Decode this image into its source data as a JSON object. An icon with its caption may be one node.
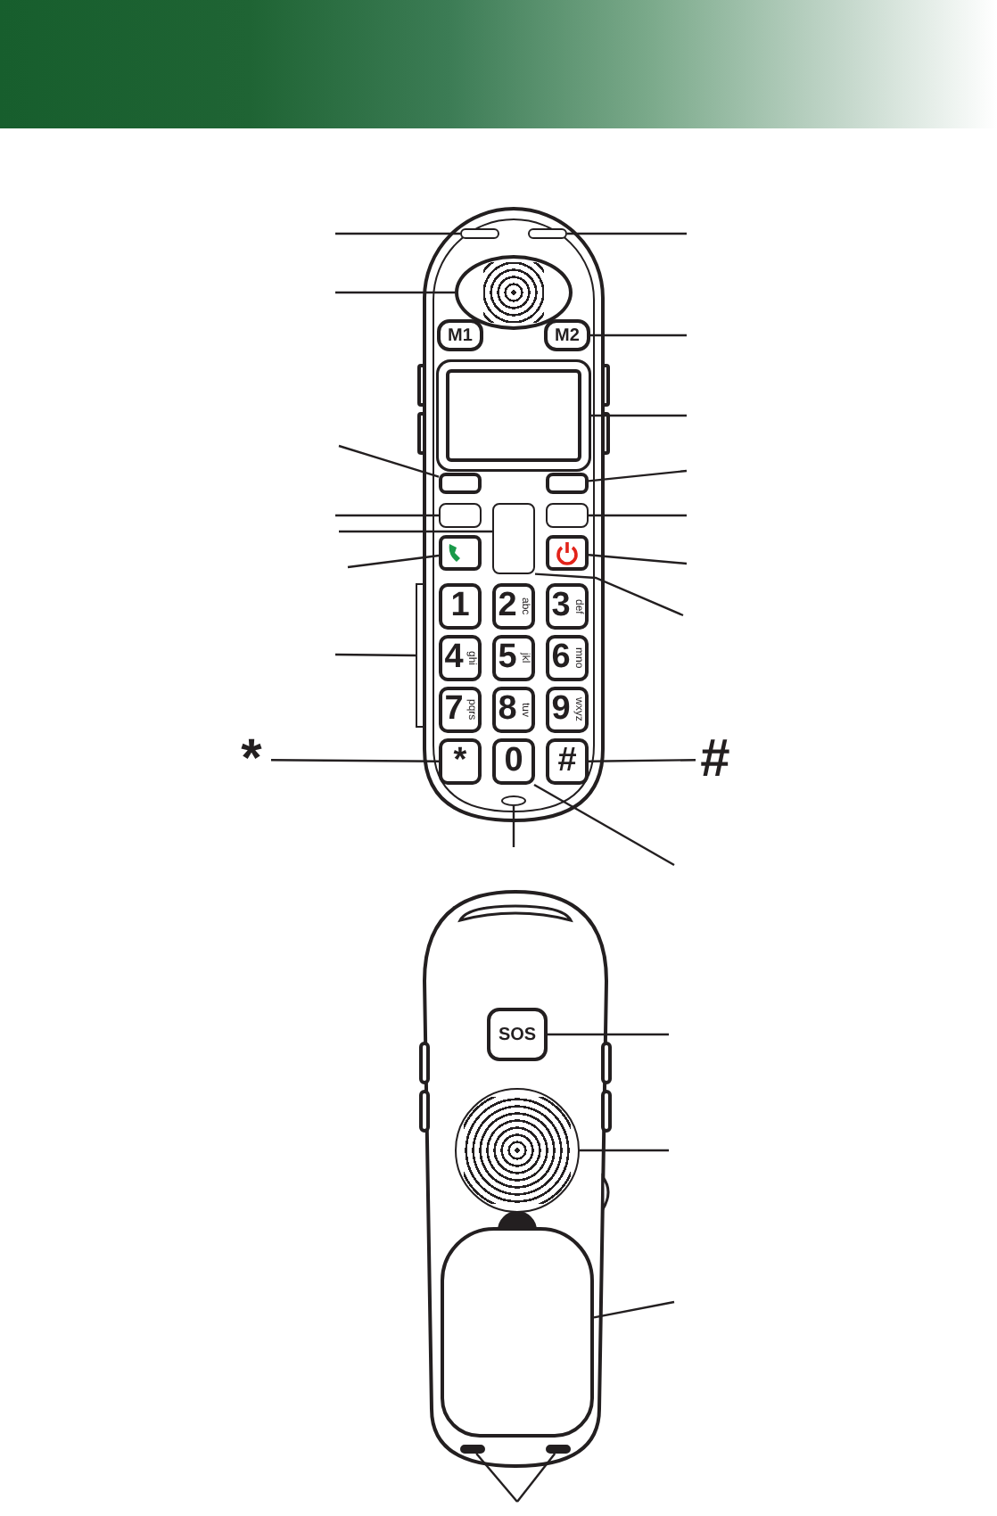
{
  "diagram": {
    "nodes": [
      {
        "text": [],
        "shape": "bar"
      },
      {
        "text": [],
        "shape": "bar"
      },
      {
        "text": [],
        "shape": "circle"
      },
      {
        "text": [
          "M1"
        ]
      },
      {
        "text": [
          "M2"
        ]
      },
      {
        "text": [],
        "shape": "box"
      },
      {
        "text": [],
        "shape": "box"
      },
      {
        "text": [],
        "shape": "box"
      },
      {
        "text": [],
        "shape": "box"
      },
      {
        "text": [],
        "shape": "box"
      },
      {
        "text": [],
        "shape": "box"
      },
      {
        "text": [],
        "shape": "box"
      },
      {
        "text": [],
        "shape": "box"
      },
      {
        "text": [
          "1"
        ]
      },
      {
        "text": [
          "2",
          "abc"
        ]
      },
      {
        "text": [
          "3",
          "def"
        ]
      },
      {
        "text": [
          "4",
          "ghi"
        ]
      },
      {
        "text": [
          "5",
          "jkl"
        ]
      },
      {
        "text": [
          "6",
          "mno"
        ]
      },
      {
        "text": [
          "7",
          "pqrs"
        ]
      },
      {
        "text": [
          "8",
          "tuv"
        ]
      },
      {
        "text": [
          "9",
          "wxyz"
        ]
      },
      {
        "text": [],
        "shape": "bracket"
      },
      {
        "text": [
          "*"
        ]
      },
      {
        "text": [
          "*"
        ]
      },
      {
        "text": [
          "0"
        ]
      },
      {
        "text": [
          "#"
        ]
      },
      {
        "text": [
          "#"
        ]
      },
      {
        "text": [],
        "shape": "circle"
      },
      {
        "text": [
          "SOS"
        ]
      },
      {
        "text": [],
        "shape": "circle"
      },
      {
        "text": [],
        "shape": "box"
      },
      {
        "text": [],
        "shape": "bar"
      },
      {
        "text": [],
        "shape": "bar"
      }
    ],
    "edges": [
      {
        "from": null,
        "to": 0,
        "arrow": "none"
      },
      {
        "from": null,
        "to": 1,
        "arrow": "none"
      },
      {
        "from": null,
        "to": 2,
        "arrow": "none"
      },
      {
        "from": null,
        "to": 4,
        "arrow": "none"
      },
      {
        "from": null,
        "to": 5,
        "arrow": "none"
      },
      {
        "from": null,
        "to": 6,
        "arrow": "none"
      },
      {
        "from": null,
        "to": 7,
        "arrow": "none"
      },
      {
        "from": null,
        "to": 8,
        "arrow": "none"
      },
      {
        "from": null,
        "to": 10,
        "arrow": "none"
      },
      {
        "from": null,
        "to": 9,
        "arrow": "none"
      },
      {
        "from": null,
        "to": 11,
        "arrow": "none"
      },
      {
        "from": null,
        "to": 12,
        "arrow": "none"
      },
      {
        "from": null,
        "to": 9,
        "arrow": "none"
      },
      {
        "from": null,
        "to": 22,
        "arrow": "none"
      },
      {
        "from": 23,
        "to": 24,
        "arrow": "none"
      },
      {
        "from": 27,
        "to": 26,
        "arrow": "none"
      },
      {
        "from": null,
        "to": 28,
        "arrow": "none"
      },
      {
        "from": null,
        "to": 25,
        "arrow": "none"
      },
      {
        "from": null,
        "to": 29,
        "arrow": "none"
      },
      {
        "from": null,
        "to": 30,
        "arrow": "none"
      },
      {
        "from": null,
        "to": 31,
        "arrow": "none"
      },
      {
        "from": null,
        "to": 32,
        "arrow": "none"
      },
      {
        "from": null,
        "to": 33,
        "arrow": "none"
      }
    ]
  }
}
